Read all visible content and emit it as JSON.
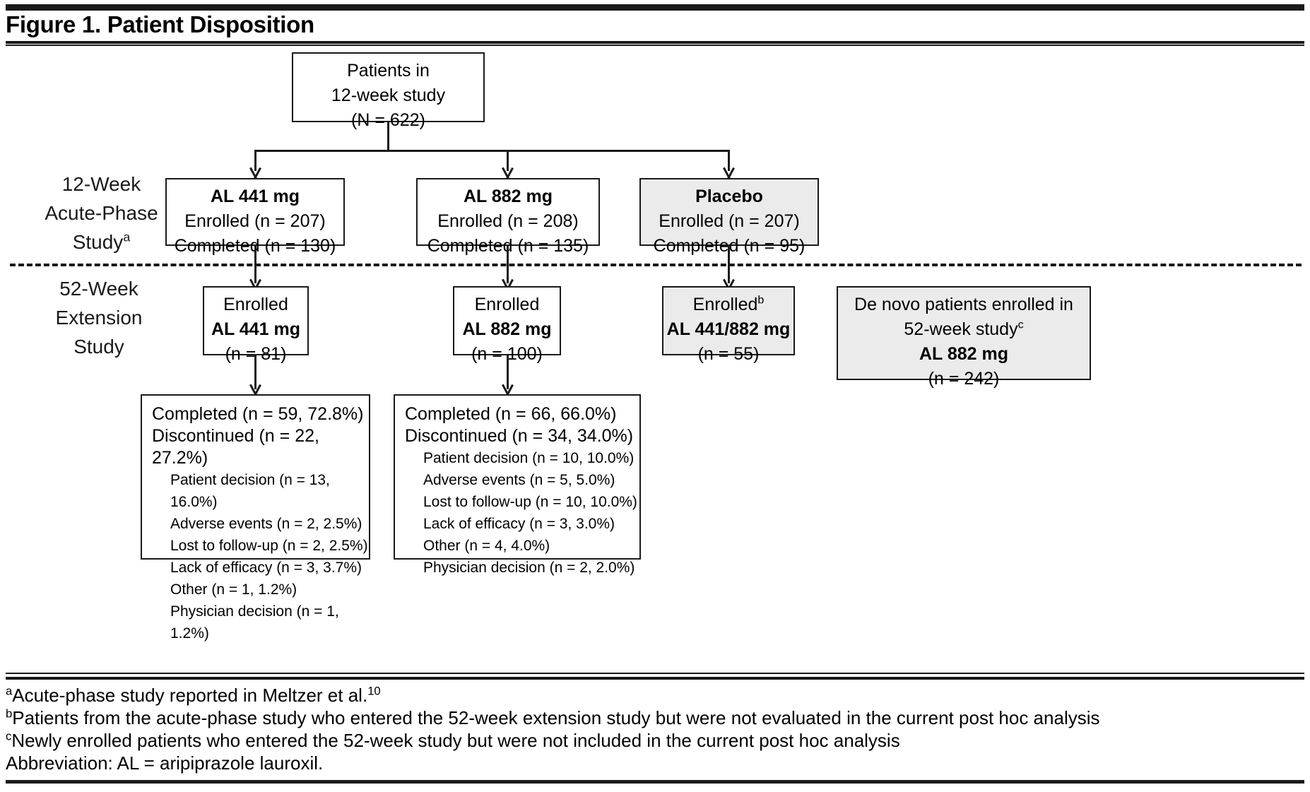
{
  "figure": {
    "title": "Figure 1. Patient Disposition"
  },
  "phases": {
    "acute": {
      "line1": "12-Week",
      "line2": "Acute-Phase",
      "line3": "Study",
      "line3_sup": "a"
    },
    "extension": {
      "line1": "52-Week",
      "line2": "Extension",
      "line3": "Study"
    }
  },
  "nodes": {
    "root": {
      "line1": "Patients in",
      "line2": "12-week study",
      "line3": "(N = 622)"
    },
    "acute_arms": [
      {
        "title": "AL 441 mg",
        "enrolled": "Enrolled (n = 207)",
        "completed": "Completed (n = 130)",
        "shaded": false
      },
      {
        "title": "AL 882 mg",
        "enrolled": "Enrolled (n = 208)",
        "completed": "Completed (n = 135)",
        "shaded": false
      },
      {
        "title": "Placebo",
        "enrolled": "Enrolled (n = 207)",
        "completed": "Completed (n = 95)",
        "shaded": true
      }
    ],
    "extension_arms": [
      {
        "line1": "Enrolled",
        "line1_sup": "",
        "line2": "AL 441 mg",
        "line3": "(n = 81)",
        "shaded": false
      },
      {
        "line1": "Enrolled",
        "line1_sup": "",
        "line2": "AL 882 mg",
        "line3": "(n = 100)",
        "shaded": false
      },
      {
        "line1": "Enrolled",
        "line1_sup": "b",
        "line2": "AL 441/882 mg",
        "line3": "(n = 55)",
        "shaded": true
      }
    ],
    "de_novo": {
      "line1": "De novo patients enrolled in",
      "line2": "52-week study",
      "line2_sup": "c",
      "line3": "AL 882 mg",
      "line4": "(n = 242)",
      "shaded": true
    },
    "outcomes": [
      {
        "completed": "Completed  (n = 59, 72.8%)",
        "discontinued": "Discontinued (n = 22, 27.2%)",
        "reasons": [
          "Patient decision (n = 13, 16.0%)",
          "Adverse events (n = 2, 2.5%)",
          "Lost to follow-up (n = 2, 2.5%)",
          "Lack of efficacy (n = 3, 3.7%)",
          "Other (n = 1, 1.2%)",
          "Physician decision (n = 1, 1.2%)"
        ]
      },
      {
        "completed": "Completed  (n = 66, 66.0%)",
        "discontinued": "Discontinued (n = 34, 34.0%)",
        "reasons": [
          "Patient decision (n = 10, 10.0%)",
          "Adverse events (n = 5, 5.0%)",
          "Lost to follow-up (n = 10, 10.0%)",
          "Lack of efficacy (n = 3, 3.0%)",
          "Other (n = 4, 4.0%)",
          "Physician decision (n = 2, 2.0%)"
        ]
      }
    ]
  },
  "footnotes": {
    "a_sup": "a",
    "a_text": "Acute-phase study reported in Meltzer et al.",
    "a_ref": "10",
    "b_sup": "b",
    "b_text": "Patients from the acute-phase study who entered the 52-week extension study but were not evaluated in the current post hoc analysis",
    "c_sup": "c",
    "c_text": "Newly enrolled patients who entered the 52-week study but were not included in the current post hoc analysis",
    "abbrev": "Abbreviation: AL = aripiprazole lauroxil."
  },
  "colors": {
    "ink": "#1a1a1a",
    "shade": "#ebebeb",
    "paper": "#ffffff"
  }
}
